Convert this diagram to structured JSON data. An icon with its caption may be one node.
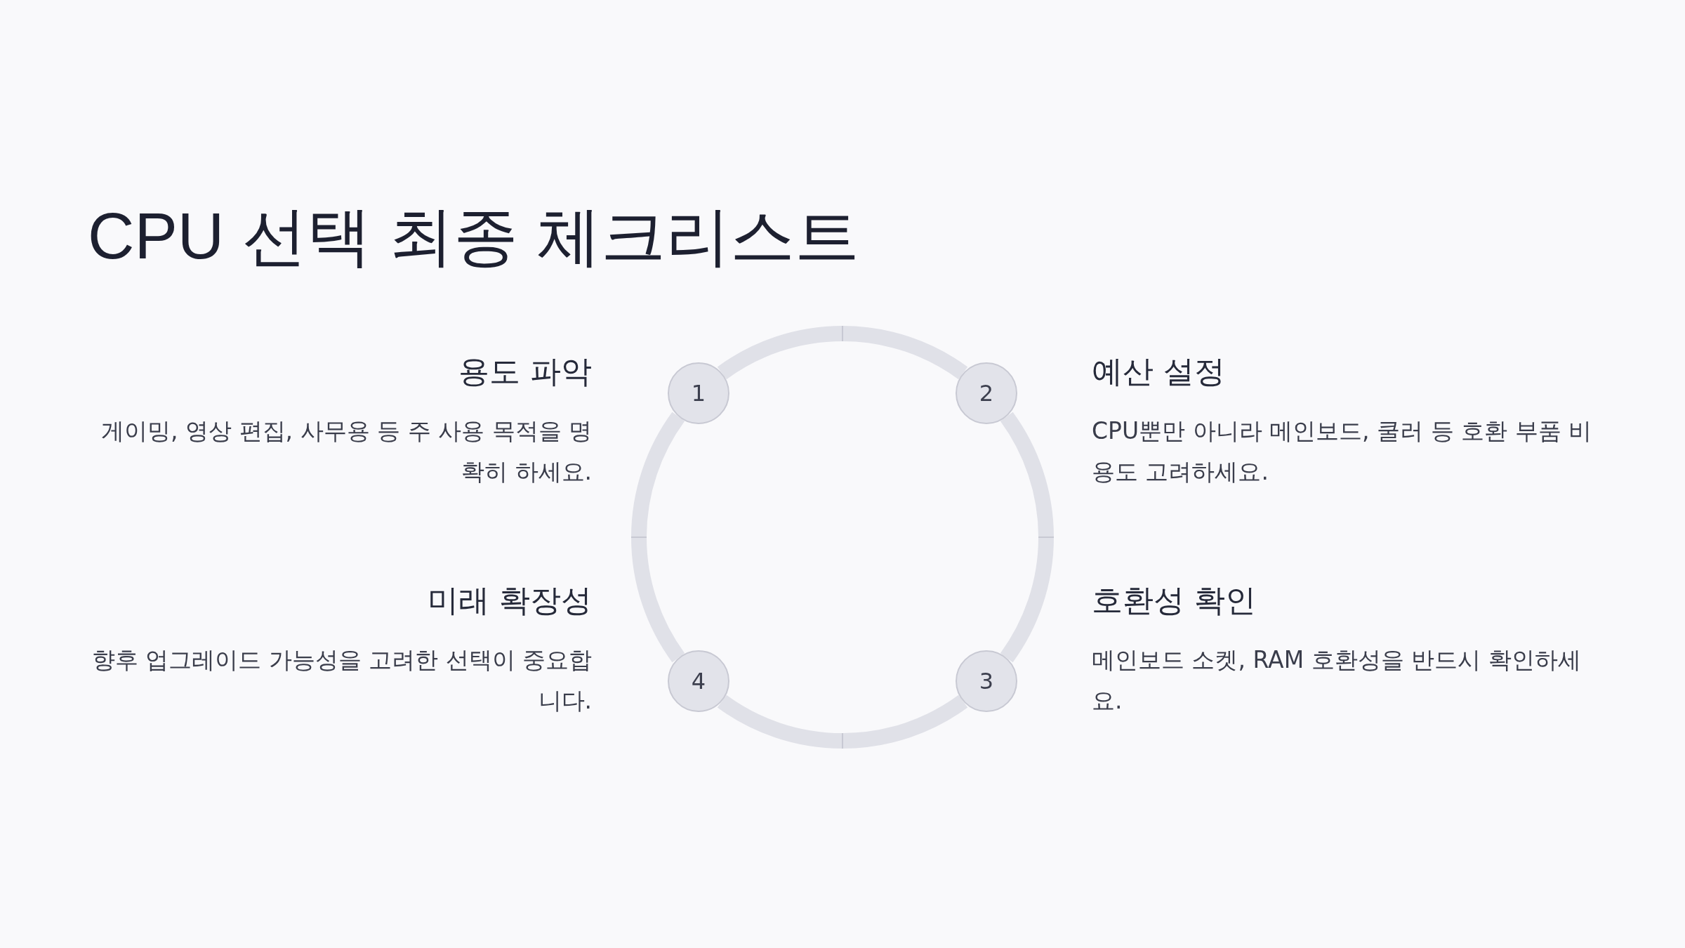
{
  "diagram": {
    "title": "CPU 선택 최종 체크리스트",
    "nodes": [
      {
        "text": [
          "1"
        ],
        "beside": [
          "용도 파악",
          "게이밍, 영상 편집, 사무용 등 주 사용 목적을 명확히 하세요."
        ]
      },
      {
        "text": [
          "2"
        ],
        "beside": [
          "예산 설정",
          "CPU뿐만 아니라 메인보드, 쿨러 등 호환 부품 비용도 고려하세요."
        ]
      },
      {
        "text": [
          "3"
        ],
        "beside": [
          "호환성 확인",
          "메인보드 소켓, RAM 호환성을 반드시 확인하세요."
        ]
      },
      {
        "text": [
          "4"
        ],
        "beside": [
          "미래 확장성",
          "향후 업그레이드 가능성을 고려한 선택이 중요합니다."
        ]
      }
    ],
    "edges": [
      {
        "from": 0,
        "to": 1,
        "arrow": "none"
      },
      {
        "from": 1,
        "to": 2,
        "arrow": "none"
      },
      {
        "from": 2,
        "to": 3,
        "arrow": "none"
      },
      {
        "from": 3,
        "to": 0,
        "arrow": "none"
      }
    ]
  }
}
